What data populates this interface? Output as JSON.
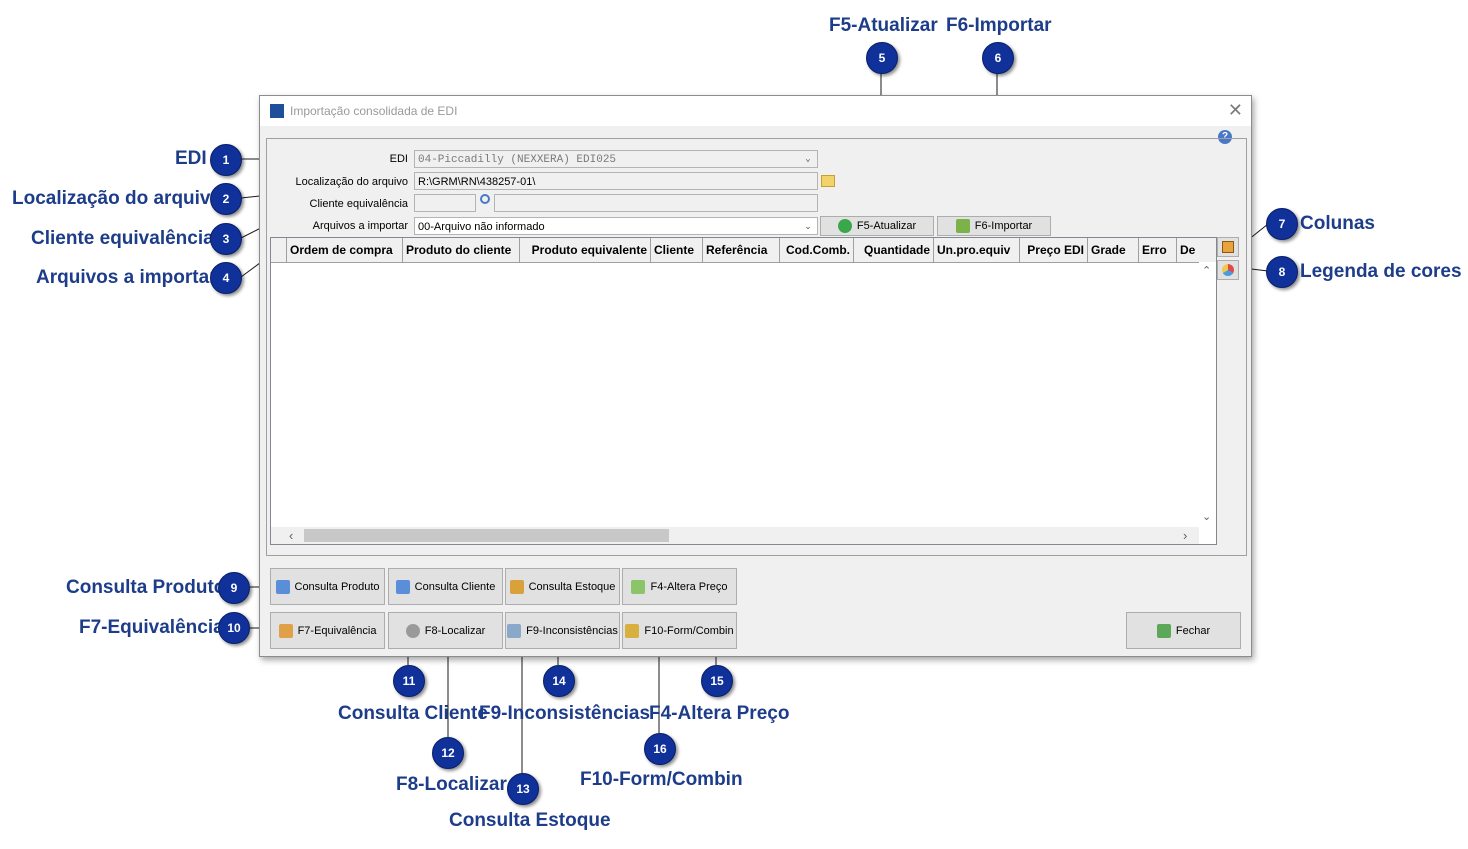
{
  "window": {
    "title": "Importação consolidada de EDI",
    "close": "✕",
    "help": "?"
  },
  "form": {
    "edi_label": "EDI",
    "edi_value": "04-Piccadilly (NEXXERA)     EDI025",
    "location_label": "Localização do arquivo",
    "location_value": "R:\\GRM\\RN\\438257-01\\",
    "client_label": "Cliente equivalência",
    "client_code": "",
    "client_name": "",
    "files_label": "Arquivos a importar",
    "files_value": "00-Arquivo não informado"
  },
  "toolbar": {
    "refresh": "F5-Atualizar",
    "import": "F6-Importar"
  },
  "grid": {
    "columns": [
      "Ordem de compra",
      "Produto do cliente",
      "Produto equivalente",
      "Cliente",
      "Referência",
      "Cod.Comb.",
      "Quantidade",
      "Un.pro.equiv",
      "Preço EDI",
      "Grade",
      "Erro",
      "De"
    ]
  },
  "buttons": {
    "consulta_produto": "Consulta Produto",
    "consulta_cliente": "Consulta Cliente",
    "consulta_estoque": "Consulta Estoque",
    "altera_preco": "F4-Altera Preço",
    "equivalencia": "F7-Equivalência",
    "localizar": "F8-Localizar",
    "inconsistencias": "F9-Inconsistências",
    "form_combin": "F10-Form/Combin",
    "fechar": "Fechar"
  },
  "callouts": {
    "c1": {
      "num": "1",
      "label": "EDI"
    },
    "c2": {
      "num": "2",
      "label": "Localização do arquivo"
    },
    "c3": {
      "num": "3",
      "label": "Cliente equivalência"
    },
    "c4": {
      "num": "4",
      "label": "Arquivos a importar"
    },
    "c5": {
      "num": "5",
      "label": "F5-Atualizar"
    },
    "c6": {
      "num": "6",
      "label": "F6-Importar"
    },
    "c7": {
      "num": "7",
      "label": "Colunas"
    },
    "c8": {
      "num": "8",
      "label": "Legenda de cores"
    },
    "c9": {
      "num": "9",
      "label": "Consulta Produto"
    },
    "c10": {
      "num": "10",
      "label": "F7-Equivalência"
    },
    "c11": {
      "num": "11",
      "label": "Consulta Cliente"
    },
    "c12": {
      "num": "12",
      "label": "F8-Localizar"
    },
    "c13": {
      "num": "13",
      "label": "Consulta Estoque"
    },
    "c14": {
      "num": "14",
      "label": "F9-Inconsistências"
    },
    "c15": {
      "num": "15",
      "label": "F4-Altera Preço"
    },
    "c16": {
      "num": "16",
      "label": "F10-Form/Combin"
    }
  },
  "colors": {
    "callout_text": "#1d3c8a",
    "badge": "#10309a"
  }
}
